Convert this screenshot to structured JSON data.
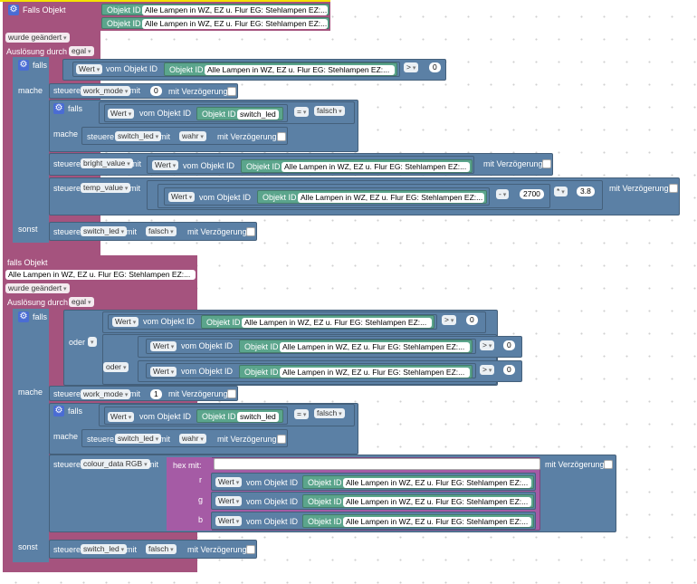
{
  "w": {
    "falls_objekt": "Falls Objekt",
    "falls_objekt_lc": "falls Objekt",
    "objekt_id": "Objekt ID",
    "wurde_geaendert": "wurde geändert",
    "ausloesung_durch": "Auslösung durch",
    "egal": "egal",
    "falls": "falls",
    "mache": "mache",
    "sonst": "sonst",
    "oder": "oder",
    "wert": "Wert",
    "vom_objekt_id": "vom Objekt ID",
    "steuere": "steuere",
    "mit": "mit",
    "mit_verzoegerung": "mit Verzögerung",
    "gt": ">",
    "eq": "=",
    "mult": "*",
    "zero": "0",
    "one": "1",
    "falsch": "falsch",
    "wahr": "wahr",
    "hex_mit": "hex  mit:",
    "r": "r",
    "g": "g",
    "b": "b"
  },
  "obj": {
    "lamp_trunc": "Alle Lampen in WZ, EZ u. Flur EG: Stehlampen EZ:...",
    "switch_led": "switch_led"
  },
  "vars": {
    "work_mode": "work_mode",
    "switch_led": "switch_led",
    "bright_value": "bright_value",
    "temp_value": "temp_value",
    "colour_data": "colour_data RGB"
  },
  "nums": {
    "n2700": "2700",
    "n38": "3.8"
  },
  "colors": {
    "event": "#a5537e",
    "logic": "#5b80a5",
    "objid": "#5ba55b",
    "hex": "#a55ba5",
    "gear": "#4a6cd4",
    "top_accent": "#f5e000"
  }
}
